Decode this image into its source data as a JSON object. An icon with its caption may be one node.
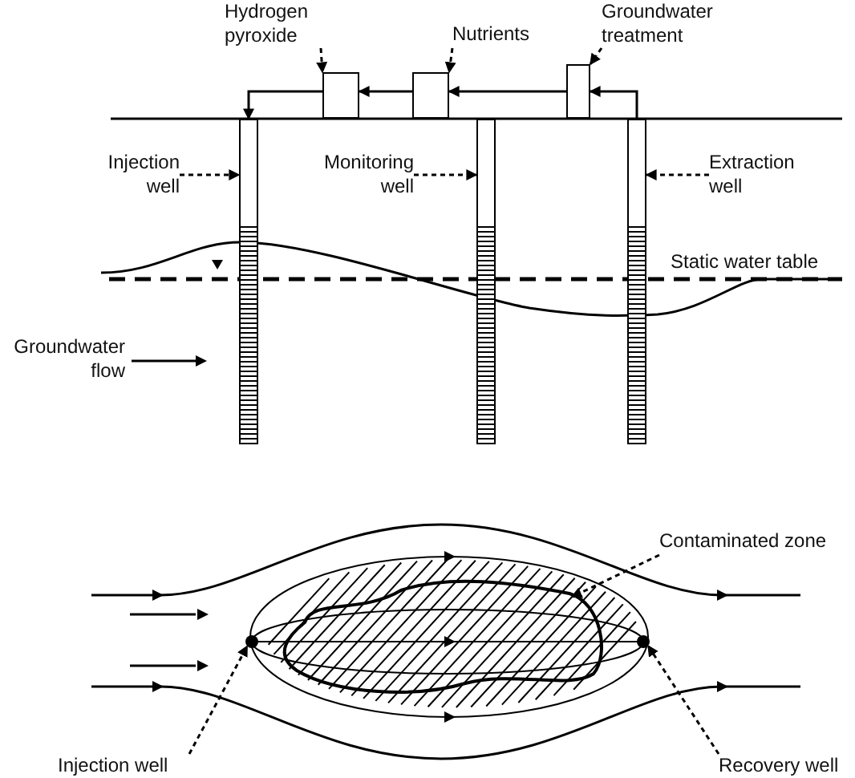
{
  "diagram": {
    "nodes": [
      {
        "text": [
          "Hydrogen pyroxide"
        ]
      },
      {
        "text": [
          "Nutrients"
        ]
      },
      {
        "text": [
          "Groundwater treatment"
        ]
      },
      {
        "text": [],
        "shape": "box"
      },
      {
        "text": [],
        "shape": "box"
      },
      {
        "text": [],
        "shape": "box"
      },
      {
        "text": [],
        "shape": "well"
      },
      {
        "text": [],
        "shape": "well"
      },
      {
        "text": [],
        "shape": "well"
      },
      {
        "text": [
          "Injection well"
        ]
      },
      {
        "text": [
          "Monitoring well"
        ]
      },
      {
        "text": [
          "Extraction well"
        ]
      },
      {
        "text": [
          "Contaminated zone"
        ]
      },
      {
        "text": [],
        "shape": "blob"
      },
      {
        "text": [],
        "shape": "circle"
      },
      {
        "text": [],
        "shape": "circle"
      },
      {
        "text": [
          "Injection well"
        ]
      },
      {
        "text": [
          "Recovery well"
        ]
      }
    ],
    "edges": [
      {
        "from": 0,
        "to": 3,
        "arrow": "to",
        "style": "dashed"
      },
      {
        "from": 1,
        "to": 4,
        "arrow": "to",
        "style": "dashed"
      },
      {
        "from": 2,
        "to": 5,
        "arrow": "to",
        "style": "dashed"
      },
      {
        "from": 8,
        "to": 5,
        "arrow": "to"
      },
      {
        "from": 5,
        "to": 4,
        "arrow": "to"
      },
      {
        "from": 4,
        "to": 3,
        "arrow": "to"
      },
      {
        "from": 3,
        "to": 6,
        "arrow": "to"
      },
      {
        "from": 9,
        "to": 6,
        "arrow": "to",
        "style": "dashed"
      },
      {
        "from": 10,
        "to": 7,
        "arrow": "to",
        "style": "dashed"
      },
      {
        "from": 11,
        "to": 8,
        "arrow": "to",
        "style": "dashed"
      },
      {
        "from": 12,
        "to": 13,
        "arrow": "to",
        "style": "dashed"
      },
      {
        "from": 16,
        "to": 14,
        "arrow": "to",
        "style": "dashed"
      },
      {
        "from": 17,
        "to": 15,
        "arrow": "to",
        "style": "dashed"
      }
    ],
    "labels": [
      "Static water table",
      "Groundwater flow"
    ]
  }
}
